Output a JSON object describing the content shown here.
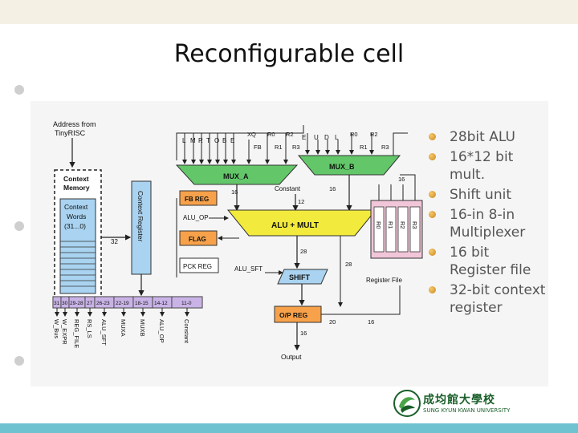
{
  "slide": {
    "title": "Reconfigurable cell",
    "bullets": [
      "28bit ALU",
      "16*12 bit mult.",
      "Shift unit",
      "16-in 8-in Multiplexer",
      "16 bit Register file",
      "32-bit context register"
    ]
  },
  "diagram": {
    "address_label": [
      "Address from",
      "TinyRISC"
    ],
    "context_memory": [
      "Context",
      "Memory"
    ],
    "context_words": [
      "Context",
      "Words",
      "(31...0)"
    ],
    "context_register": "Context Register",
    "width_32": "32",
    "mux_a": "MUX_A",
    "mux_b": "MUX_B",
    "mux_a_inputs": [
      "L",
      "M",
      "R",
      "T",
      "O",
      "B",
      "E"
    ],
    "mux_a_top": [
      "XQ",
      "R0",
      "R2"
    ],
    "mux_a_sub": [
      "FB",
      "R1",
      "R3"
    ],
    "mux_b_inputs": [
      "E",
      "U",
      "D",
      "L"
    ],
    "mux_b_top": [
      "R0",
      "R2"
    ],
    "mux_b_sub": [
      "R1",
      "R3"
    ],
    "fb_reg": "FB REG",
    "alu_op": "ALU_OP",
    "flag": "FLAG",
    "pck_reg": "PCK REG",
    "alu_mult": "ALU + MULT",
    "constant": "Constant",
    "w16a": "16",
    "w12": "12",
    "w16b": "16",
    "w16c": "16",
    "w28a": "28",
    "w28b": "28",
    "w20": "20",
    "w16d": "16",
    "w16e": "16",
    "alu_sft": "ALU_SFT",
    "shift": "SHIFT",
    "op_reg": "O/P REG",
    "output": "Output",
    "registers": [
      "R0",
      "R1",
      "R2",
      "R3"
    ],
    "register_file": "Register File",
    "bit_fields": [
      "31",
      "30",
      "29-28",
      "27",
      "26-23",
      "22-19",
      "18-15",
      "14-12",
      "11-0"
    ],
    "field_labels": [
      "W_Bus",
      "W_EXPR",
      "REG_FILE",
      "RS_LS",
      "ALU_SFT",
      "MUXA",
      "MUXB",
      "ALU_OP",
      "Constant"
    ]
  },
  "logo": {
    "name": "成均館大學校",
    "subtitle": "SUNG KYUN KWAN UNIVERSITY"
  }
}
